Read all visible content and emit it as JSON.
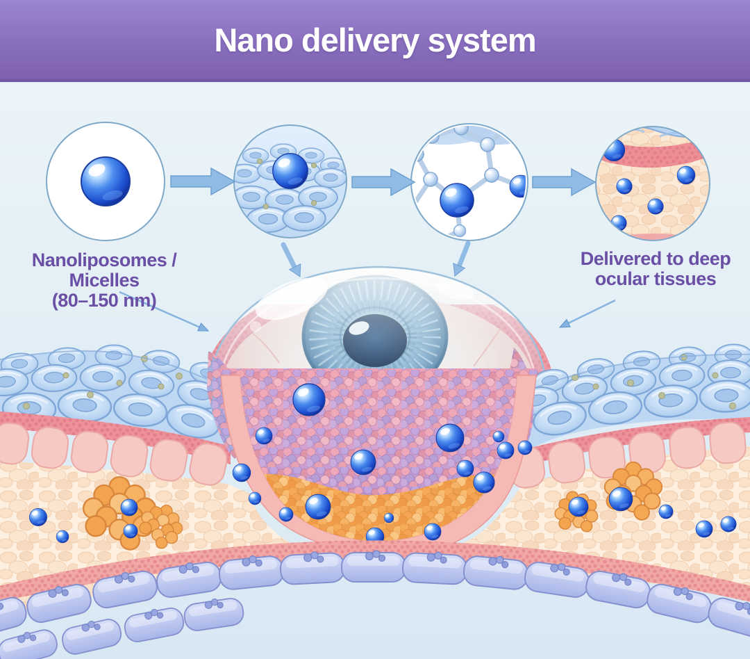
{
  "banner": {
    "title": "Nano delivery system",
    "background_color": "#8a6fbe",
    "text_color": "#ffffff"
  },
  "annotations": {
    "left_label": {
      "line1": "Nanoliposomes / Micelles",
      "line2": "(80–150 nm)",
      "color": "#6a4fa5"
    },
    "right_label": {
      "line1": "Delivered to deep",
      "line2": "ocular tissues",
      "color": "#6a4fa5"
    }
  },
  "stages": [
    {
      "name": "nanoparticle",
      "icon": "nanoparticle-sphere-icon"
    },
    {
      "name": "cell-layer-penetration",
      "icon": "cell-layer-particle-icon"
    },
    {
      "name": "molecular-network-transport",
      "icon": "molecular-network-icon"
    },
    {
      "name": "deep-tissue-distribution",
      "icon": "tissue-particles-icon"
    }
  ],
  "flow_icons": [
    "arrow-right-icon",
    "arrow-right-icon",
    "arrow-right-icon",
    "arrow-down-icon",
    "arrow-down-icon",
    "pointer-line-left-icon",
    "pointer-line-right-icon"
  ],
  "colors": {
    "background": "#e2eef6",
    "banner_purple": "#8a6fbe",
    "label_purple": "#6a4fa5",
    "arrow_blue": "#8fbbe4",
    "particle_blue": "#2f6fe0",
    "iris_blue": "#7ba7c4",
    "pupil_navy": "#0f2f5a",
    "sclera_pink": "#f6d6cd",
    "socket_pink": "#ef9ba4",
    "epithelium_blue": "#bcd7f3",
    "lamina_pink": "#ee929a",
    "large_cell_pink": "#f7c9c5",
    "stroma_cream": "#fdf0e1",
    "granule_purple": "#bb97d3",
    "granule_orange": "#f2a24e",
    "basal_lavender": "#b3bfec"
  }
}
